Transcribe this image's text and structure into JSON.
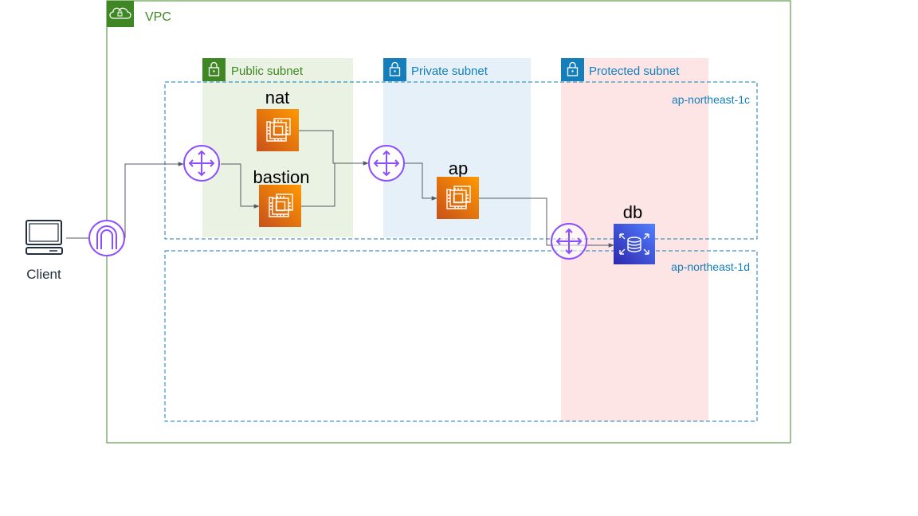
{
  "vpc": {
    "label": "VPC",
    "border_color": "#3f8624"
  },
  "subnets": {
    "public": {
      "label": "Public subnet",
      "color": "#3f8624",
      "fill": "#e9f2e3"
    },
    "private": {
      "label": "Private subnet",
      "color": "#147eba",
      "fill": "#e6f0f8"
    },
    "protected": {
      "label": "Protected subnet",
      "color": "#147eba",
      "fill": "#fde5e5"
    }
  },
  "availability_zones": {
    "az1": {
      "label": "ap-northeast-1c",
      "color": "#147eba"
    },
    "az2": {
      "label": "ap-northeast-1d",
      "color": "#147eba"
    }
  },
  "nodes": {
    "client": {
      "label": "Client",
      "icon": "laptop-icon"
    },
    "internet_gateway": {
      "icon": "internet-gateway-icon"
    },
    "nat": {
      "label": "nat",
      "icon": "ec2-instance-icon",
      "color": "#e8630a"
    },
    "bastion": {
      "label": "bastion",
      "icon": "ec2-instance-icon",
      "color": "#e8630a"
    },
    "ap": {
      "label": "ap",
      "icon": "ec2-instance-icon",
      "color": "#e8630a"
    },
    "db": {
      "label": "db",
      "icon": "rds-database-icon",
      "color": "#3b48cc"
    }
  },
  "routers": {
    "icon": "router-icon",
    "color": "#8c4fff"
  }
}
